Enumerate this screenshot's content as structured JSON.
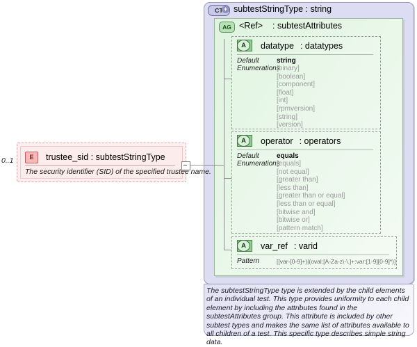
{
  "element": {
    "badge": "E",
    "title": "trustee_sid : subtestStringType",
    "multiplicity": "0..1",
    "documentation": "The security identifier (SID) of the specified trustee name."
  },
  "complex_type": {
    "badge": "CT",
    "expander": "+",
    "title": "subtestStringType : string"
  },
  "attribute_group": {
    "badge": "AG",
    "ref": "<Ref>",
    "type": ": subtestAttributes"
  },
  "attributes": [
    {
      "badge": "A",
      "name": "datatype",
      "type": ": datatypes",
      "facet_default_label": "Default",
      "facet_enum_label": "Enumerations",
      "default_value": "string",
      "enumerations": [
        "[binary]",
        "[boolean]",
        "[component]",
        "[float]",
        "[int]",
        "[rpmversion]",
        "[string]",
        "[version]"
      ]
    },
    {
      "badge": "A",
      "name": "operator",
      "type": ": operators",
      "facet_default_label": "Default",
      "facet_enum_label": "Enumerations",
      "default_value": "equals",
      "enumerations": [
        "[equals]",
        "[not equal]",
        "[greater than]",
        "[less than]",
        "[greater than or equal]",
        "[less than or equal]",
        "[bitwise and]",
        "[bitwise or]",
        "[pattern match]"
      ]
    },
    {
      "badge": "A",
      "name": "var_ref",
      "type": ": varid",
      "facet_pattern_label": "Pattern",
      "pattern": "[[var-[0-9]+)|(oval:[A-Za-z\\-\\.]+:var:[1-9][0-9]*)]"
    }
  ],
  "annotation": {
    "text": "The subtestStringType type is extended by the child elements of an individual test.  This type provides uniformity to each child element by including the attributes found in the subtestAttributes group.  This attribute is included by other subtest types and makes the same list of attributes available to all children of a test.  This specific type describes simple string data."
  },
  "colors": {
    "complex_type_bg": "#dcdcf2",
    "attribute_group_bg": "#e4f4e4",
    "element_bg": "#fdecec",
    "annotation_bg": "#e8e8f6"
  }
}
